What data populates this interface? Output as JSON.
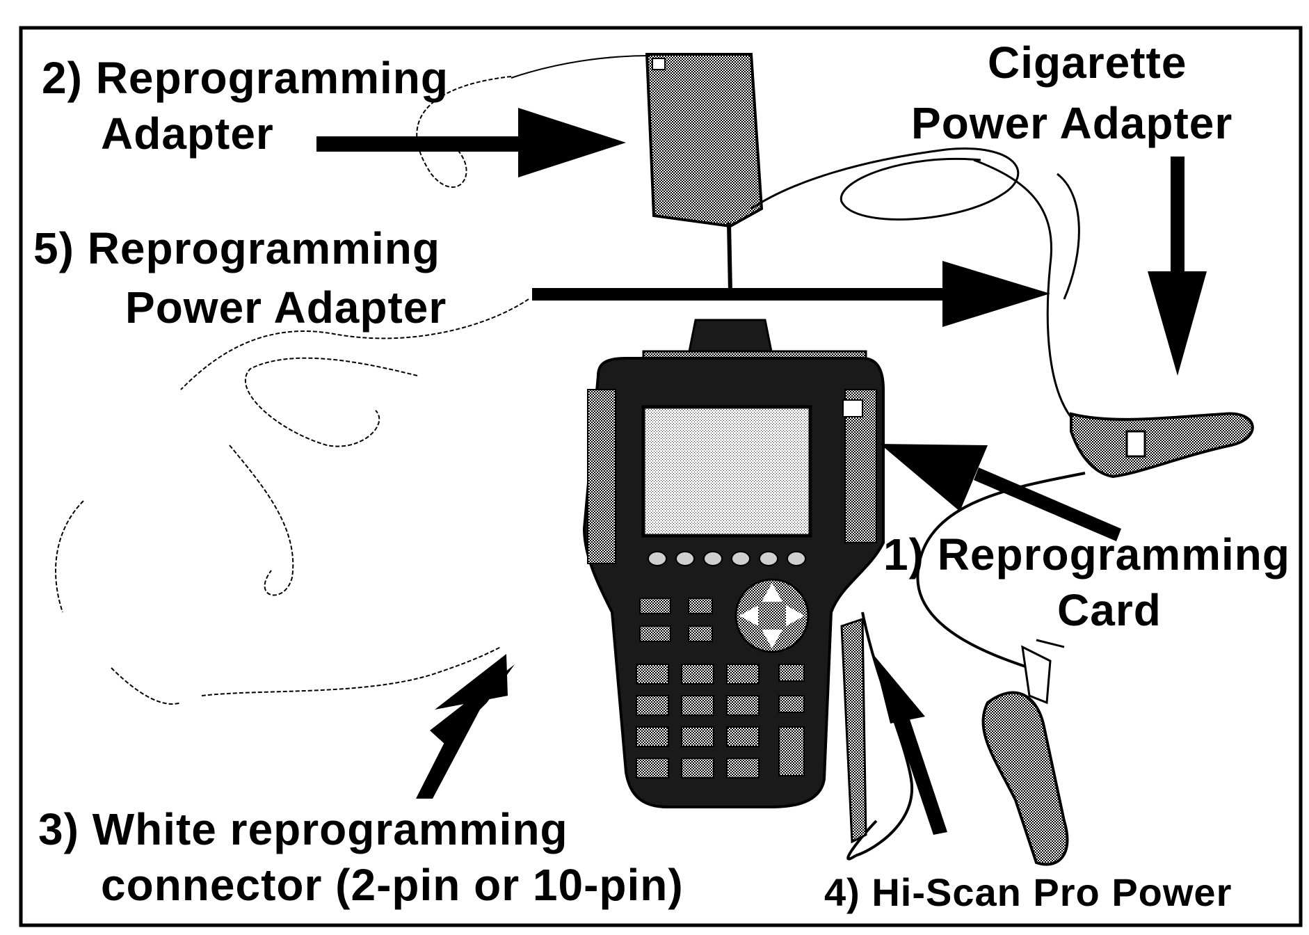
{
  "labels": {
    "l2_line1": "2) Reprogramming",
    "l2_line2": "Adapter",
    "l5_line1": "5) Reprogramming",
    "l5_line2": "Power Adapter",
    "cig_line1": "Cigarette",
    "cig_line2": "Power Adapter",
    "l1_line1": "1) Reprogramming",
    "l1_line2": "Card",
    "l3_line1": "3) White reprogramming",
    "l3_line2": "connector (2-pin or 10-pin)",
    "l4": "4) Hi-Scan Pro Power"
  },
  "icons": {
    "device": "hi-scan-pro-scanner",
    "adapter": "reprogramming-adapter",
    "cigarette_plug": "cigarette-power-plug",
    "power_plug": "power-cable-plug"
  },
  "colors": {
    "ink": "#000000",
    "background": "#ffffff",
    "device_body": "#1a1a1a",
    "screen": "#cfcfcf"
  }
}
